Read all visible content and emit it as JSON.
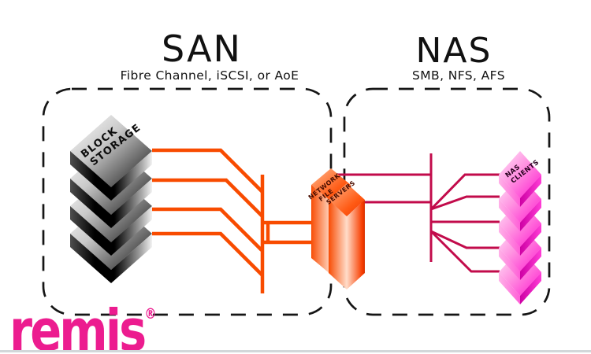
{
  "diagram": {
    "san": {
      "title": "SAN",
      "subtitle": "Fibre Channel, iSCSI, or AoE"
    },
    "nas": {
      "title": "NAS",
      "subtitle": "SMB, NFS, AFS"
    },
    "nodes": {
      "block_storage": {
        "label_lines": [
          "BLOCK",
          "STORAGE"
        ],
        "count": 4
      },
      "file_servers": {
        "label_lines": [
          "NETWORK",
          "FILE",
          "SERVERS"
        ],
        "count": 2
      },
      "nas_clients": {
        "label_lines": [
          "NAS",
          "CLIENTS"
        ],
        "count": 5
      }
    },
    "colors": {
      "san_link": "#F84B00",
      "nas_link": "#C20B4B",
      "block_node_dark": "#111111",
      "server_node_orange": "#FF4A00",
      "client_node_magenta": "#FF14CE"
    }
  },
  "footer": {
    "logo_text": "remis",
    "registered_mark": "®",
    "logo_color": "#EC1C8F"
  }
}
